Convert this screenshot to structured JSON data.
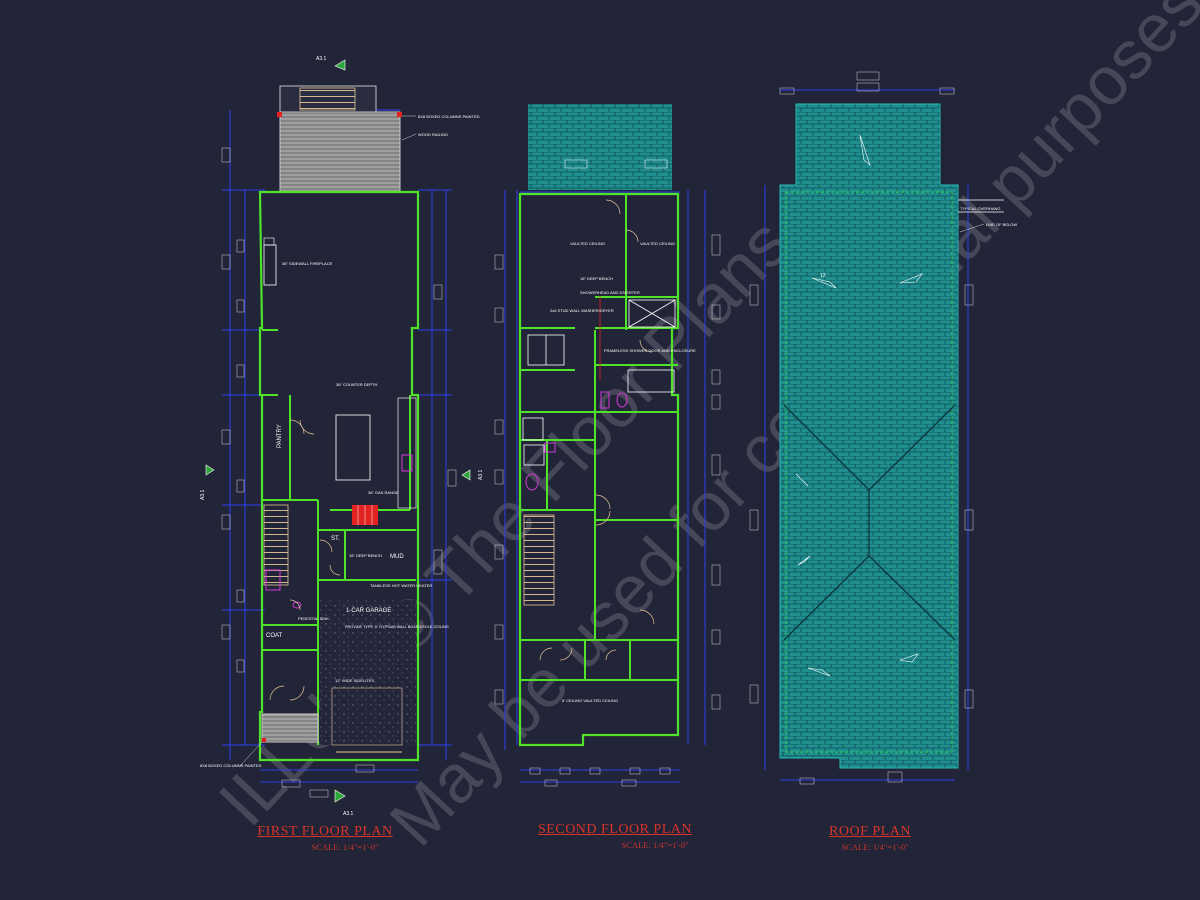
{
  "first_floor": {
    "title": "FIRST FLOOR PLAN",
    "scale": "SCALE: 1/4\"=1'-0\"",
    "labels": {
      "pantry": "PANTRY",
      "fireplace": "36\" SIDEWALL FIREPLACE",
      "counter": "36\" COUNTER DEPTH",
      "gas_range": "36\" GAS RANGE",
      "st": "ST.",
      "mud": "MUD",
      "bench": "18\" DEEP BENCH",
      "water_heater": "TANKLESS HOT WATER HEATER",
      "garage": "1-CAR GARAGE",
      "garage_note": "PROVIDE TYPE 'X' GYPSUM WALL BOARD/SOLE CEILING",
      "pedestal": "PEDESTAL SINK",
      "coat": "COAT",
      "sidelites": "12\" WIDE SIDELITES",
      "col_top": "8X8 BOXED COLUMNS PAINTED",
      "railing": "WOOD RAILING",
      "col_bottom": "8X8 BOXED COLUMNS PAINTED",
      "section_top": "A3.1",
      "section_left": "A3.1",
      "section_right": "A3.1",
      "section_bottom": "A3.1"
    }
  },
  "second_floor": {
    "title": "SECOND FLOOR PLAN",
    "scale": "SCALE: 1/4\"=1'-0\"",
    "labels": {
      "vaulted1": "VAULTED CEILING",
      "vaulted2": "VAULTED CEILING",
      "bench": "18\" DEEP BENCH",
      "shower": "SHOWERHEAD AND DIVERTER",
      "stud": "2x6 STUD WALL WASHER/DRYER",
      "frameless": "FRAMELESS SHOWER DOOR AND ENCLOSURE",
      "vaulted_bottom": "8' CEILING VAULTED CEILING"
    }
  },
  "roof": {
    "title": "ROOF PLAN",
    "scale": "SCALE: 1/4\"=1'-0\"",
    "labels": {
      "typical_overhang": "TYPICAL OVERHANG",
      "line_of": "LINE OF BELOW",
      "slope": "12"
    }
  },
  "watermark": {
    "line1": "ILLUS. © The Floor Plans .com",
    "line2": "May be used for commercial purposes"
  },
  "colors": {
    "background": "#222437",
    "walls": "#4fe32a",
    "dimensions": "#2e3ff0",
    "roof_hatch": "#27b7b6",
    "title": "#d8342a",
    "fixture": "#d23bd8",
    "hearth": "#e22121",
    "stairs": "#e6c69a"
  }
}
